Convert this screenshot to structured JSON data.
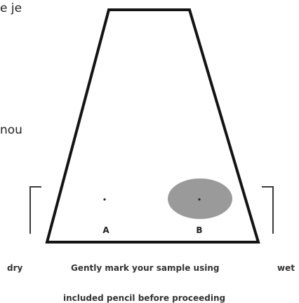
{
  "edge_text": {
    "top": "e je",
    "middle": "nou"
  },
  "sample_labels": {
    "a": "A",
    "b": "B"
  },
  "scale": {
    "left_label": "dry",
    "right_label": "wet"
  },
  "instruction": {
    "line_1": "Gently mark your sample using",
    "line_2": "included pencil before proceeding"
  },
  "colors": {
    "outline": "#141414",
    "wet_spot": "#9a9a9a",
    "bracket": "#3a3a3a",
    "caption_text": "#333333"
  }
}
